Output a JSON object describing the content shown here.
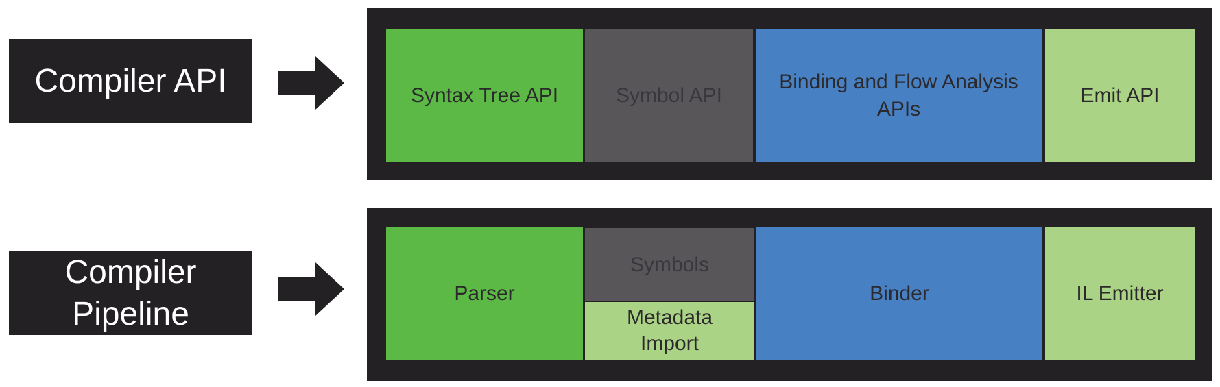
{
  "colors": {
    "frame": "#242124",
    "green": "#5CB946",
    "gray": "#595659",
    "blue": "#4880C4",
    "light-green": "#ABD385",
    "text-dark": "#2B292C",
    "text-gray": "#39363D",
    "text-light": "#FFFFFF"
  },
  "icons": {
    "arrow_right": "block-right-arrow"
  },
  "diagram": {
    "rows": [
      {
        "label": "Compiler API",
        "boxes": [
          {
            "label": "Syntax Tree API",
            "color_key": "green"
          },
          {
            "label": "Symbol API",
            "color_key": "gray"
          },
          {
            "label": "Binding and Flow Analysis APIs",
            "color_key": "blue"
          },
          {
            "label": "Emit API",
            "color_key": "light-green"
          }
        ]
      },
      {
        "label": "Compiler Pipeline",
        "boxes": [
          {
            "label": "Parser",
            "color_key": "green"
          },
          {
            "label": "Symbols",
            "color_key": "gray"
          },
          {
            "label": "Metadata Import",
            "color_key": "light-green"
          },
          {
            "label": "Binder",
            "color_key": "blue"
          },
          {
            "label": "IL Emitter",
            "color_key": "light-green"
          }
        ]
      }
    ]
  }
}
